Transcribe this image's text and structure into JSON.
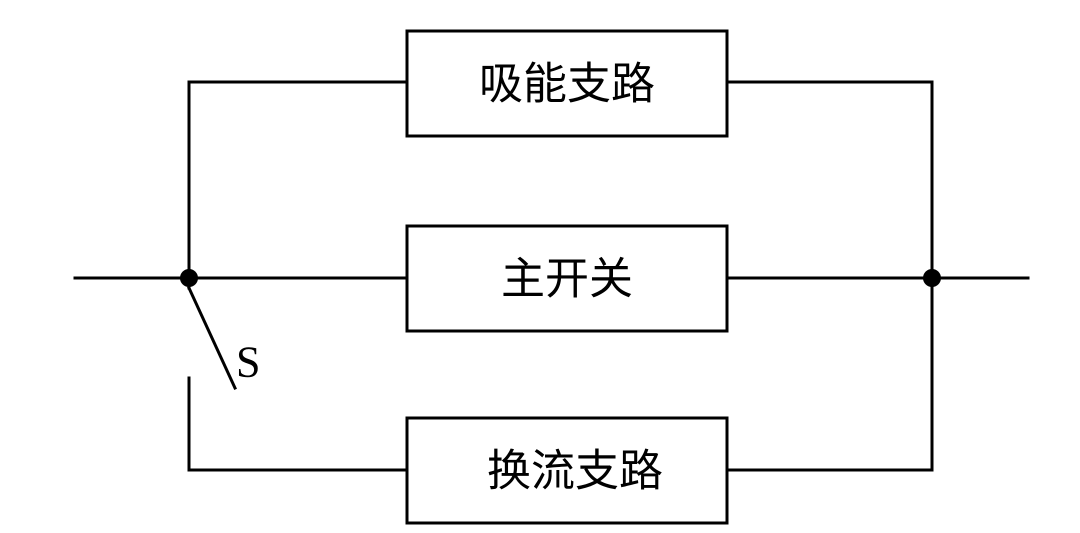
{
  "diagram": {
    "blocks": {
      "top": {
        "label": "吸能支路"
      },
      "middle": {
        "label": "主开关"
      },
      "bottom": {
        "label": "换流支路"
      }
    },
    "switch": {
      "label": "S"
    },
    "colors": {
      "line": "#000000",
      "background": "#ffffff"
    }
  }
}
